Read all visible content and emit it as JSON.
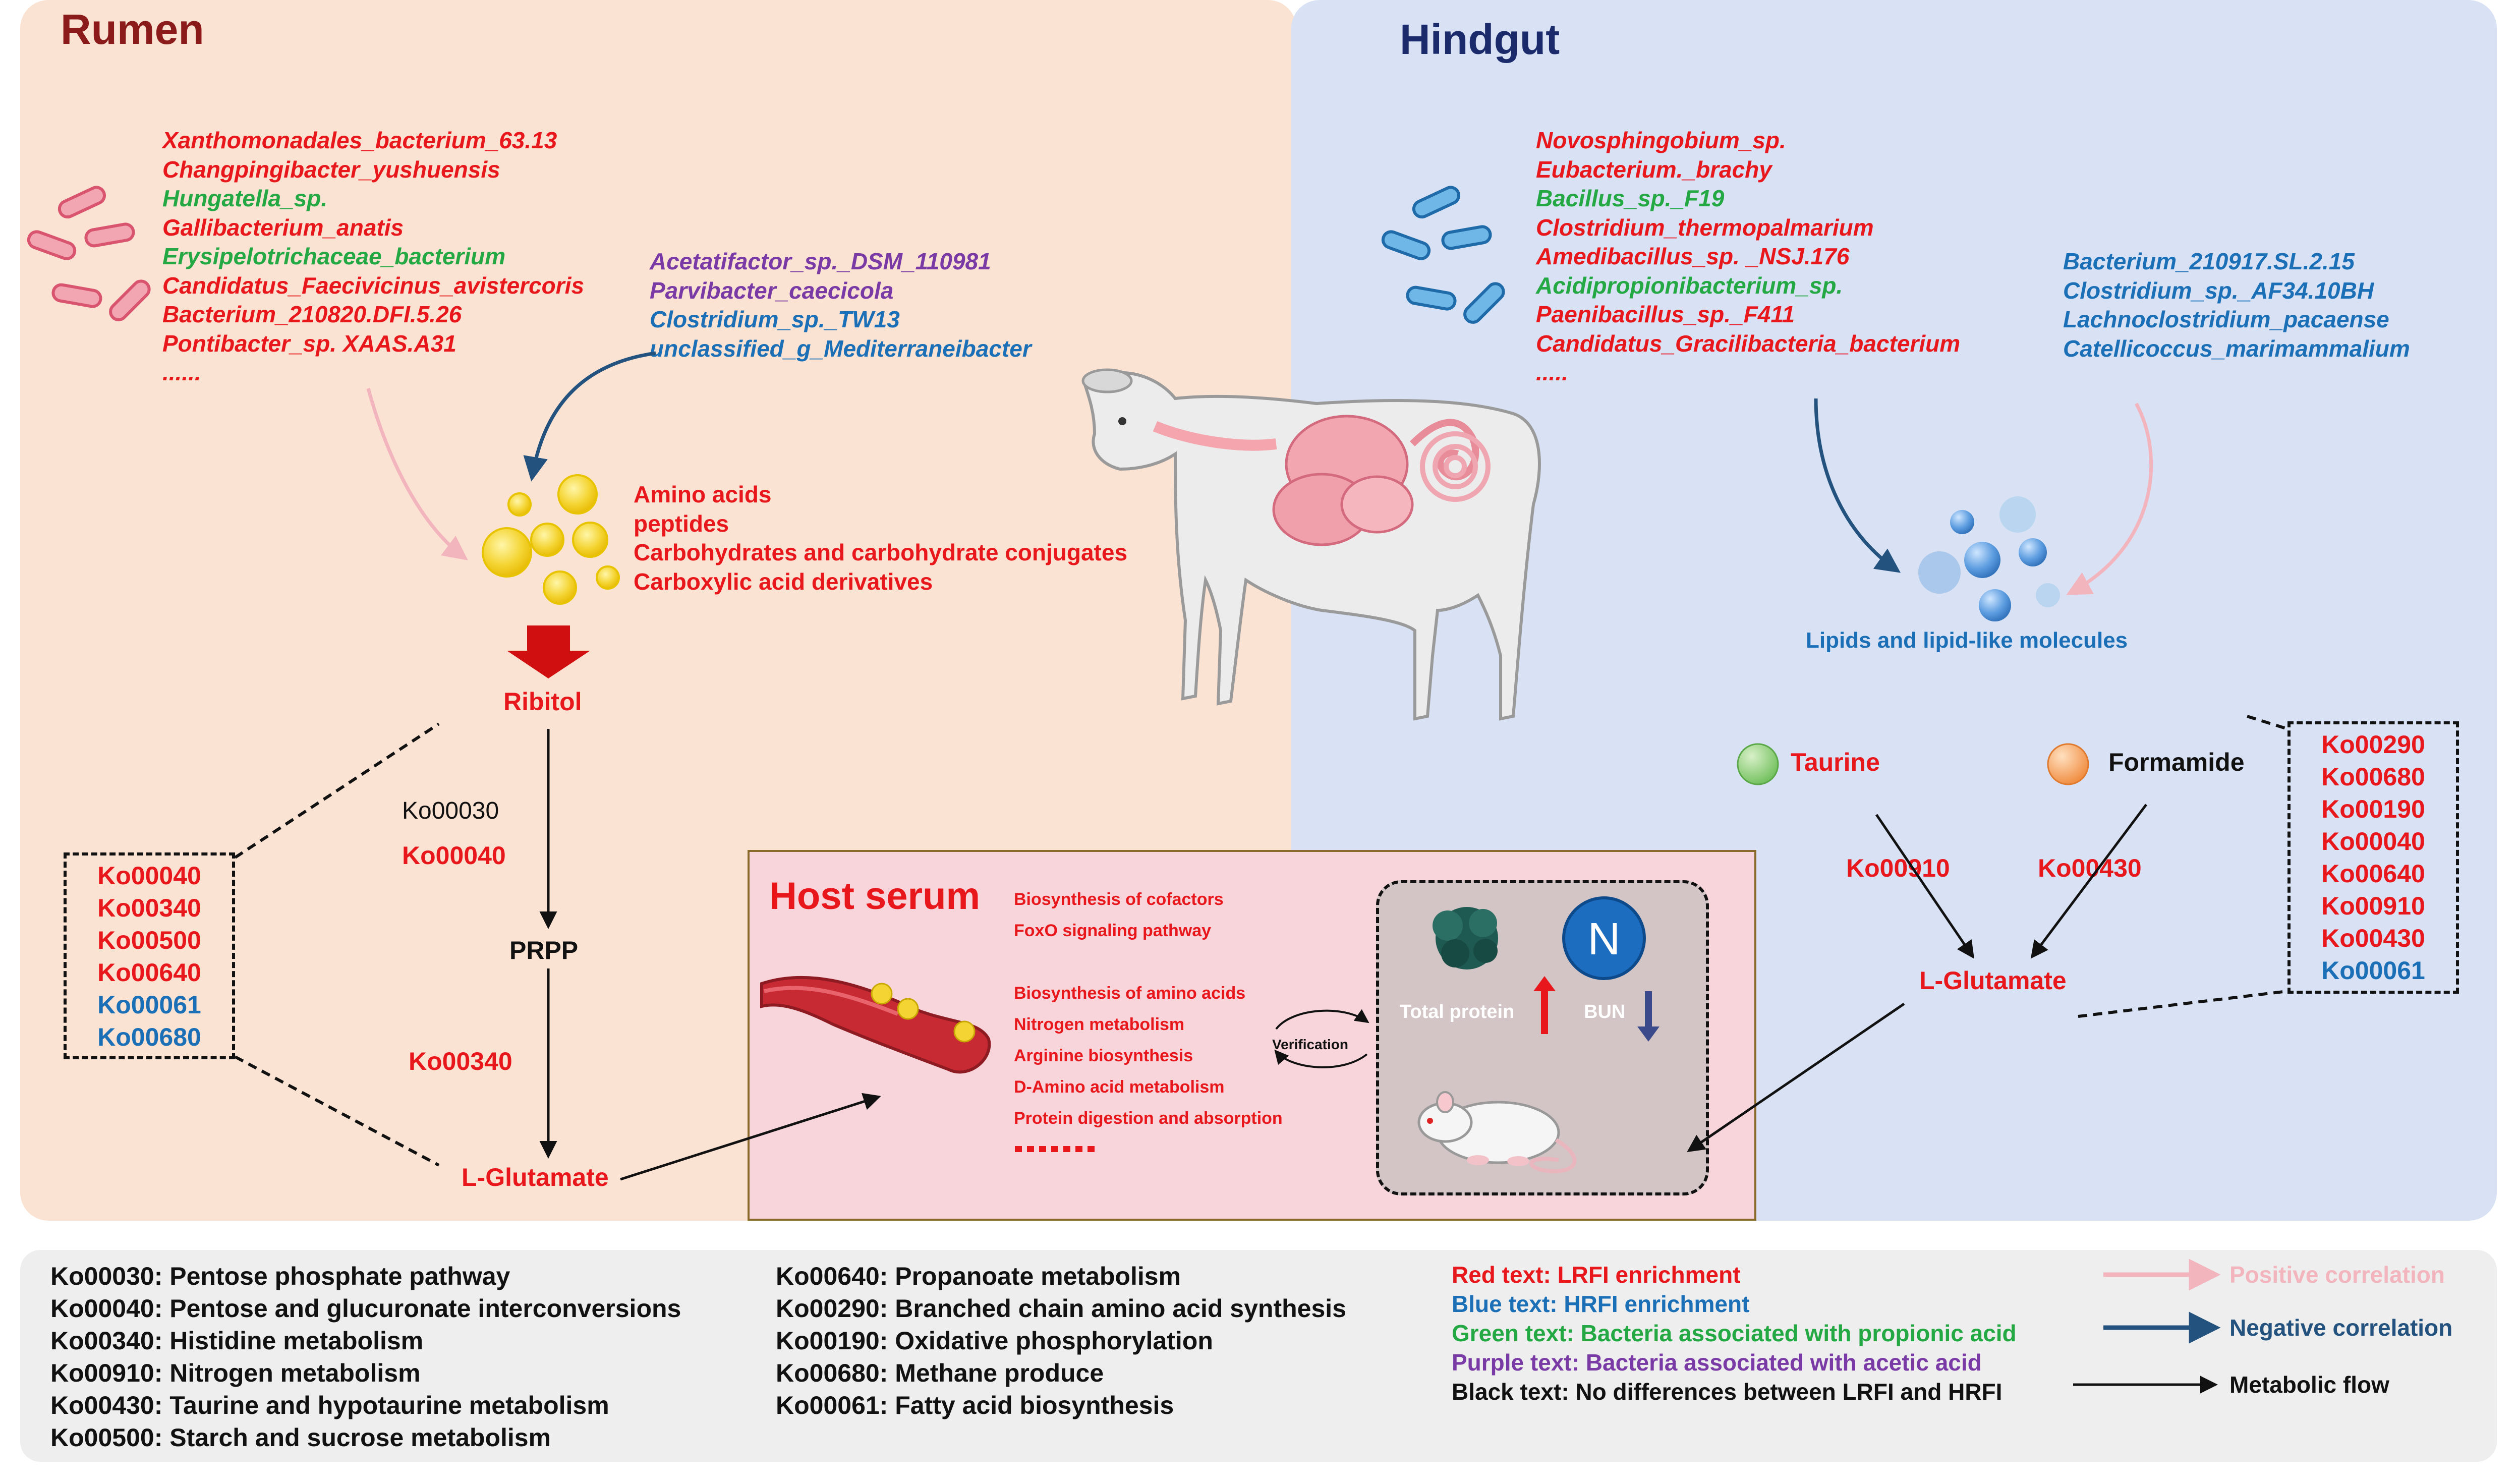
{
  "rumen": {
    "title": "Rumen",
    "bacteria": [
      {
        "text": "Xanthomonadales_bacterium_63.13",
        "color": "red"
      },
      {
        "text": "Changpingibacter_yushuensis",
        "color": "red"
      },
      {
        "text": "Hungatella_sp.",
        "color": "green"
      },
      {
        "text": "Gallibacterium_anatis",
        "color": "red"
      },
      {
        "text": "Erysipelotrichaceae_bacterium",
        "color": "green"
      },
      {
        "text": "Candidatus_Faecivicinus_avistercoris",
        "color": "red"
      },
      {
        "text": "Bacterium_210820.DFI.5.26",
        "color": "red"
      },
      {
        "text": "Pontibacter_sp. XAAS.A31",
        "color": "red"
      },
      {
        "text": "......",
        "color": "red"
      }
    ],
    "bacteria_right": [
      {
        "text": "Acetatifactor_sp._DSM_110981",
        "color": "purple"
      },
      {
        "text": "Parvibacter_caecicola",
        "color": "purple"
      },
      {
        "text": "Clostridium_sp._TW13",
        "color": "blue"
      },
      {
        "text": "unclassified_g_Mediterraneibacter",
        "color": "blue"
      }
    ],
    "metabolites": [
      "Amino acids",
      "peptides",
      "Carbohydrates and carbohydrate conjugates",
      "Carboxylic acid derivatives"
    ],
    "ribitol": "Ribitol",
    "prpp": "PRPP",
    "glutamate": "L-Glutamate",
    "ko_black": "Ko00030",
    "ko_red_1": "Ko00040",
    "ko_red_2": "Ko00340",
    "ko_box": [
      {
        "text": "Ko00040",
        "color": "red"
      },
      {
        "text": "Ko00340",
        "color": "red"
      },
      {
        "text": "Ko00500",
        "color": "red"
      },
      {
        "text": "Ko00640",
        "color": "red"
      },
      {
        "text": "Ko00061",
        "color": "blue"
      },
      {
        "text": "Ko00680",
        "color": "blue"
      }
    ]
  },
  "hindgut": {
    "title": "Hindgut",
    "bacteria": [
      {
        "text": "Novosphingobium_sp.",
        "color": "red"
      },
      {
        "text": "Eubacterium._brachy",
        "color": "red"
      },
      {
        "text": "Bacillus_sp._F19",
        "color": "green"
      },
      {
        "text": "Clostridium_thermopalmarium",
        "color": "red"
      },
      {
        "text": "Amedibacillus_sp. _NSJ.176",
        "color": "red"
      },
      {
        "text": "Acidipropionibacterium_sp.",
        "color": "green"
      },
      {
        "text": "Paenibacillus_sp._F411",
        "color": "red"
      },
      {
        "text": "Candidatus_Gracilibacteria_bacterium",
        "color": "red"
      },
      {
        "text": ".....",
        "color": "red"
      }
    ],
    "bacteria_right": [
      {
        "text": "Bacterium_210917.SL.2.15",
        "color": "blue"
      },
      {
        "text": "Clostridium_sp._AF34.10BH",
        "color": "blue"
      },
      {
        "text": "Lachnoclostridium_pacaense",
        "color": "blue"
      },
      {
        "text": "Catellicoccus_marimammalium",
        "color": "blue"
      }
    ],
    "lipids": "Lipids and lipid-like molecules",
    "taurine": "Taurine",
    "formamide": "Formamide",
    "ko_left": "Ko00910",
    "ko_right": "Ko00430",
    "glutamate": "L-Glutamate",
    "ko_box": [
      {
        "text": "Ko00290",
        "color": "red"
      },
      {
        "text": "Ko00680",
        "color": "red"
      },
      {
        "text": "Ko00190",
        "color": "red"
      },
      {
        "text": "Ko00040",
        "color": "red"
      },
      {
        "text": "Ko00640",
        "color": "red"
      },
      {
        "text": "Ko00910",
        "color": "red"
      },
      {
        "text": "Ko00430",
        "color": "red"
      },
      {
        "text": "Ko00061",
        "color": "blue"
      }
    ]
  },
  "serum": {
    "title": "Host serum",
    "pathways": [
      "Biosynthesis of cofactors",
      "FoxO signaling pathway",
      "",
      "Biosynthesis of amino acids",
      "Nitrogen metabolism",
      "Arginine biosynthesis",
      "D-Amino acid metabolism",
      "Protein digestion and absorption"
    ],
    "verification": "Verification",
    "total_protein": "Total protein",
    "bun_letter": "N",
    "bun": "BUN"
  },
  "legend": {
    "col1": [
      "Ko00030: Pentose phosphate pathway",
      "Ko00040: Pentose and glucuronate interconversions",
      "Ko00340: Histidine metabolism",
      "Ko00910: Nitrogen metabolism",
      "Ko00430: Taurine and hypotaurine metabolism",
      "Ko00500: Starch and sucrose metabolism"
    ],
    "col2": [
      "Ko00640: Propanoate metabolism",
      "Ko00290: Branched chain amino acid synthesis",
      "Ko00190: Oxidative phosphorylation",
      "Ko00680: Methane produce",
      "Ko00061: Fatty acid biosynthesis"
    ],
    "col3": [
      {
        "text": "Red text: LRFI enrichment",
        "color": "red"
      },
      {
        "text": "Blue text: HRFI enrichment",
        "color": "blue"
      },
      {
        "text": "Green text: Bacteria associated with propionic acid",
        "color": "green"
      },
      {
        "text": "Purple text: Bacteria associated with acetic acid",
        "color": "purple"
      },
      {
        "text": "Black text: No differences between LRFI and HRFI",
        "color": "black"
      }
    ],
    "positive": "Positive correlation",
    "negative": "Negative correlation",
    "flow": "Metabolic flow"
  },
  "colors": {
    "red": "#e8171c",
    "blue": "#1a6fb6",
    "green": "#23a844",
    "purple": "#7a3aa6",
    "rumen_bg": "#fbe3d3",
    "hindgut_bg": "#d9e2f4",
    "serum_bg": "#f7d5da",
    "legend_bg": "#eeeeee"
  },
  "icons": {
    "rumen_bacteria": "rod-bacteria-icon",
    "hindgut_bacteria": "rod-bacteria-icon",
    "cow": "calf-illustration-icon",
    "blood_vessel": "blood-vessel-icon",
    "rat": "rat-icon",
    "protein": "protein-blob-icon"
  }
}
